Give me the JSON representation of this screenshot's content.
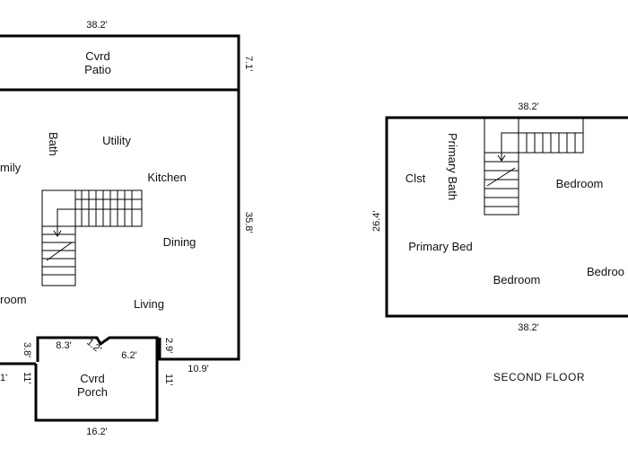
{
  "first_floor": {
    "rooms": {
      "patio_line1": "Cvrd",
      "patio_line2": "Patio",
      "bath": "Bath",
      "utility": "Utility",
      "family": "mily",
      "kitchen": "Kitchen",
      "dining": "Dining",
      "living": "Living",
      "bedroom": "room",
      "porch_line1": "Cvrd",
      "porch_line2": "Porch"
    },
    "dimensions": {
      "top_width": "38.2'",
      "patio_depth": "7.1'",
      "right_depth": "35.8'",
      "porch_top_left": "8.3'",
      "porch_notch": "1.2'",
      "porch_top_right": "6.2'",
      "porch_right_jog": "2.9'",
      "right_lower": "10.9'",
      "porch_left_jog": "3.8'",
      "porch_left_depth": "11'",
      "porch_right_depth": "11'",
      "left_edge_lower": "1'",
      "porch_width": "16.2'"
    }
  },
  "second_floor": {
    "caption": "SECOND FLOOR",
    "rooms": {
      "closet": "Clst",
      "primary_bath": "Primary Bath",
      "bedroom_1": "Bedroom",
      "primary_bed": "Primary Bed",
      "bedroom_2": "Bedroom",
      "bedroom_3": "Bedroo"
    },
    "dimensions": {
      "top_width": "38.2'",
      "left_depth": "26.4'",
      "bottom_width": "38.2'"
    }
  }
}
